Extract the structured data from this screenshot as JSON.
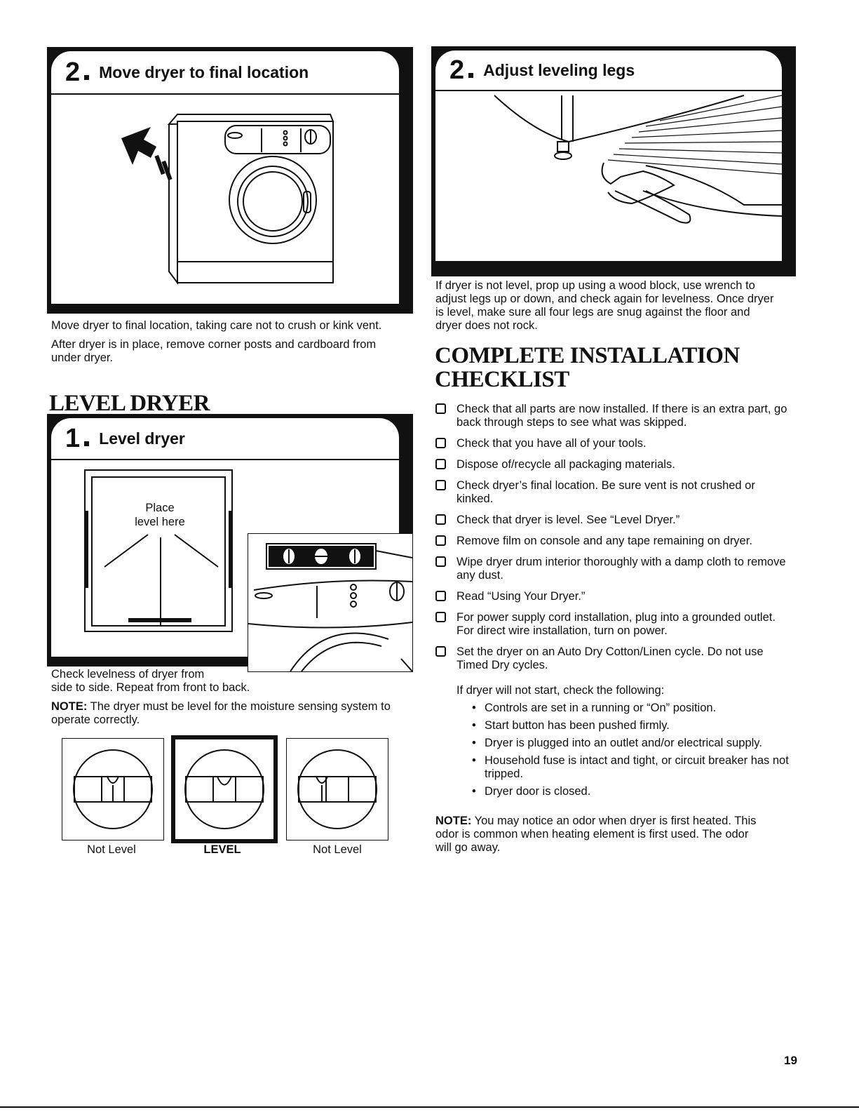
{
  "left": {
    "move_step": {
      "number": "2",
      "title": "Move dryer to final location",
      "text_1": "Move dryer to final location, taking care not to crush or kink vent.",
      "text_2": "After dryer is in place, remove corner posts and cardboard from under dryer."
    },
    "level_heading": "LEVEL DRYER",
    "level_step": {
      "number": "1",
      "title": "Level dryer",
      "place_label_line1": "Place",
      "place_label_line2": "level here",
      "caption_line1": "Check levelness of dryer from",
      "caption_line2": "side to side. Repeat from front to back.",
      "note_label": "NOTE:",
      "note_text": "The dryer must be level for the moisture sensing system to operate correctly."
    },
    "bubbles": [
      {
        "label": "Not Level"
      },
      {
        "label": "LEVEL"
      },
      {
        "label": "Not Level"
      }
    ]
  },
  "right": {
    "legs_step": {
      "number": "2",
      "title": "Adjust leveling legs",
      "text": "If dryer is not level, prop up using a wood block, use wrench to adjust legs up or down, and check again for levelness. Once dryer is level, make sure all four legs are snug against the floor and dryer does not rock."
    },
    "checklist_heading_line1": "COMPLETE INSTALLATION",
    "checklist_heading_line2": "CHECKLIST",
    "checklist": [
      "Check that all parts are now installed. If there is an extra part, go back through steps to see what was skipped.",
      "Check that you have all of your tools.",
      "Dispose of/recycle all packaging materials.",
      "Check dryer’s final location. Be sure vent is not crushed or kinked.",
      "Check that dryer is level. See “Level Dryer.”",
      "Remove film on console and any tape remaining on dryer.",
      "Wipe dryer drum interior thoroughly with a damp cloth to remove any dust.",
      "Read “Using Your Dryer.”",
      "For power supply cord installation, plug into a grounded outlet. For direct wire installation, turn on power.",
      "Set the dryer on an Auto Dry Cotton/Linen cycle. Do not use Timed Dry cycles."
    ],
    "not_start_intro": "If dryer will not start, check the following:",
    "not_start_items": [
      "Controls are set in a running or “On” position.",
      "Start button has been pushed firmly.",
      "Dryer is plugged into an outlet and/or electrical supply.",
      "Household fuse is intact and tight, or circuit breaker has not tripped.",
      "Dryer door is closed."
    ],
    "note_label": "NOTE:",
    "note_text": "You may notice an odor when dryer is first heated. This odor is common when heating element is first used. The odor will go away."
  },
  "page_number": "19"
}
